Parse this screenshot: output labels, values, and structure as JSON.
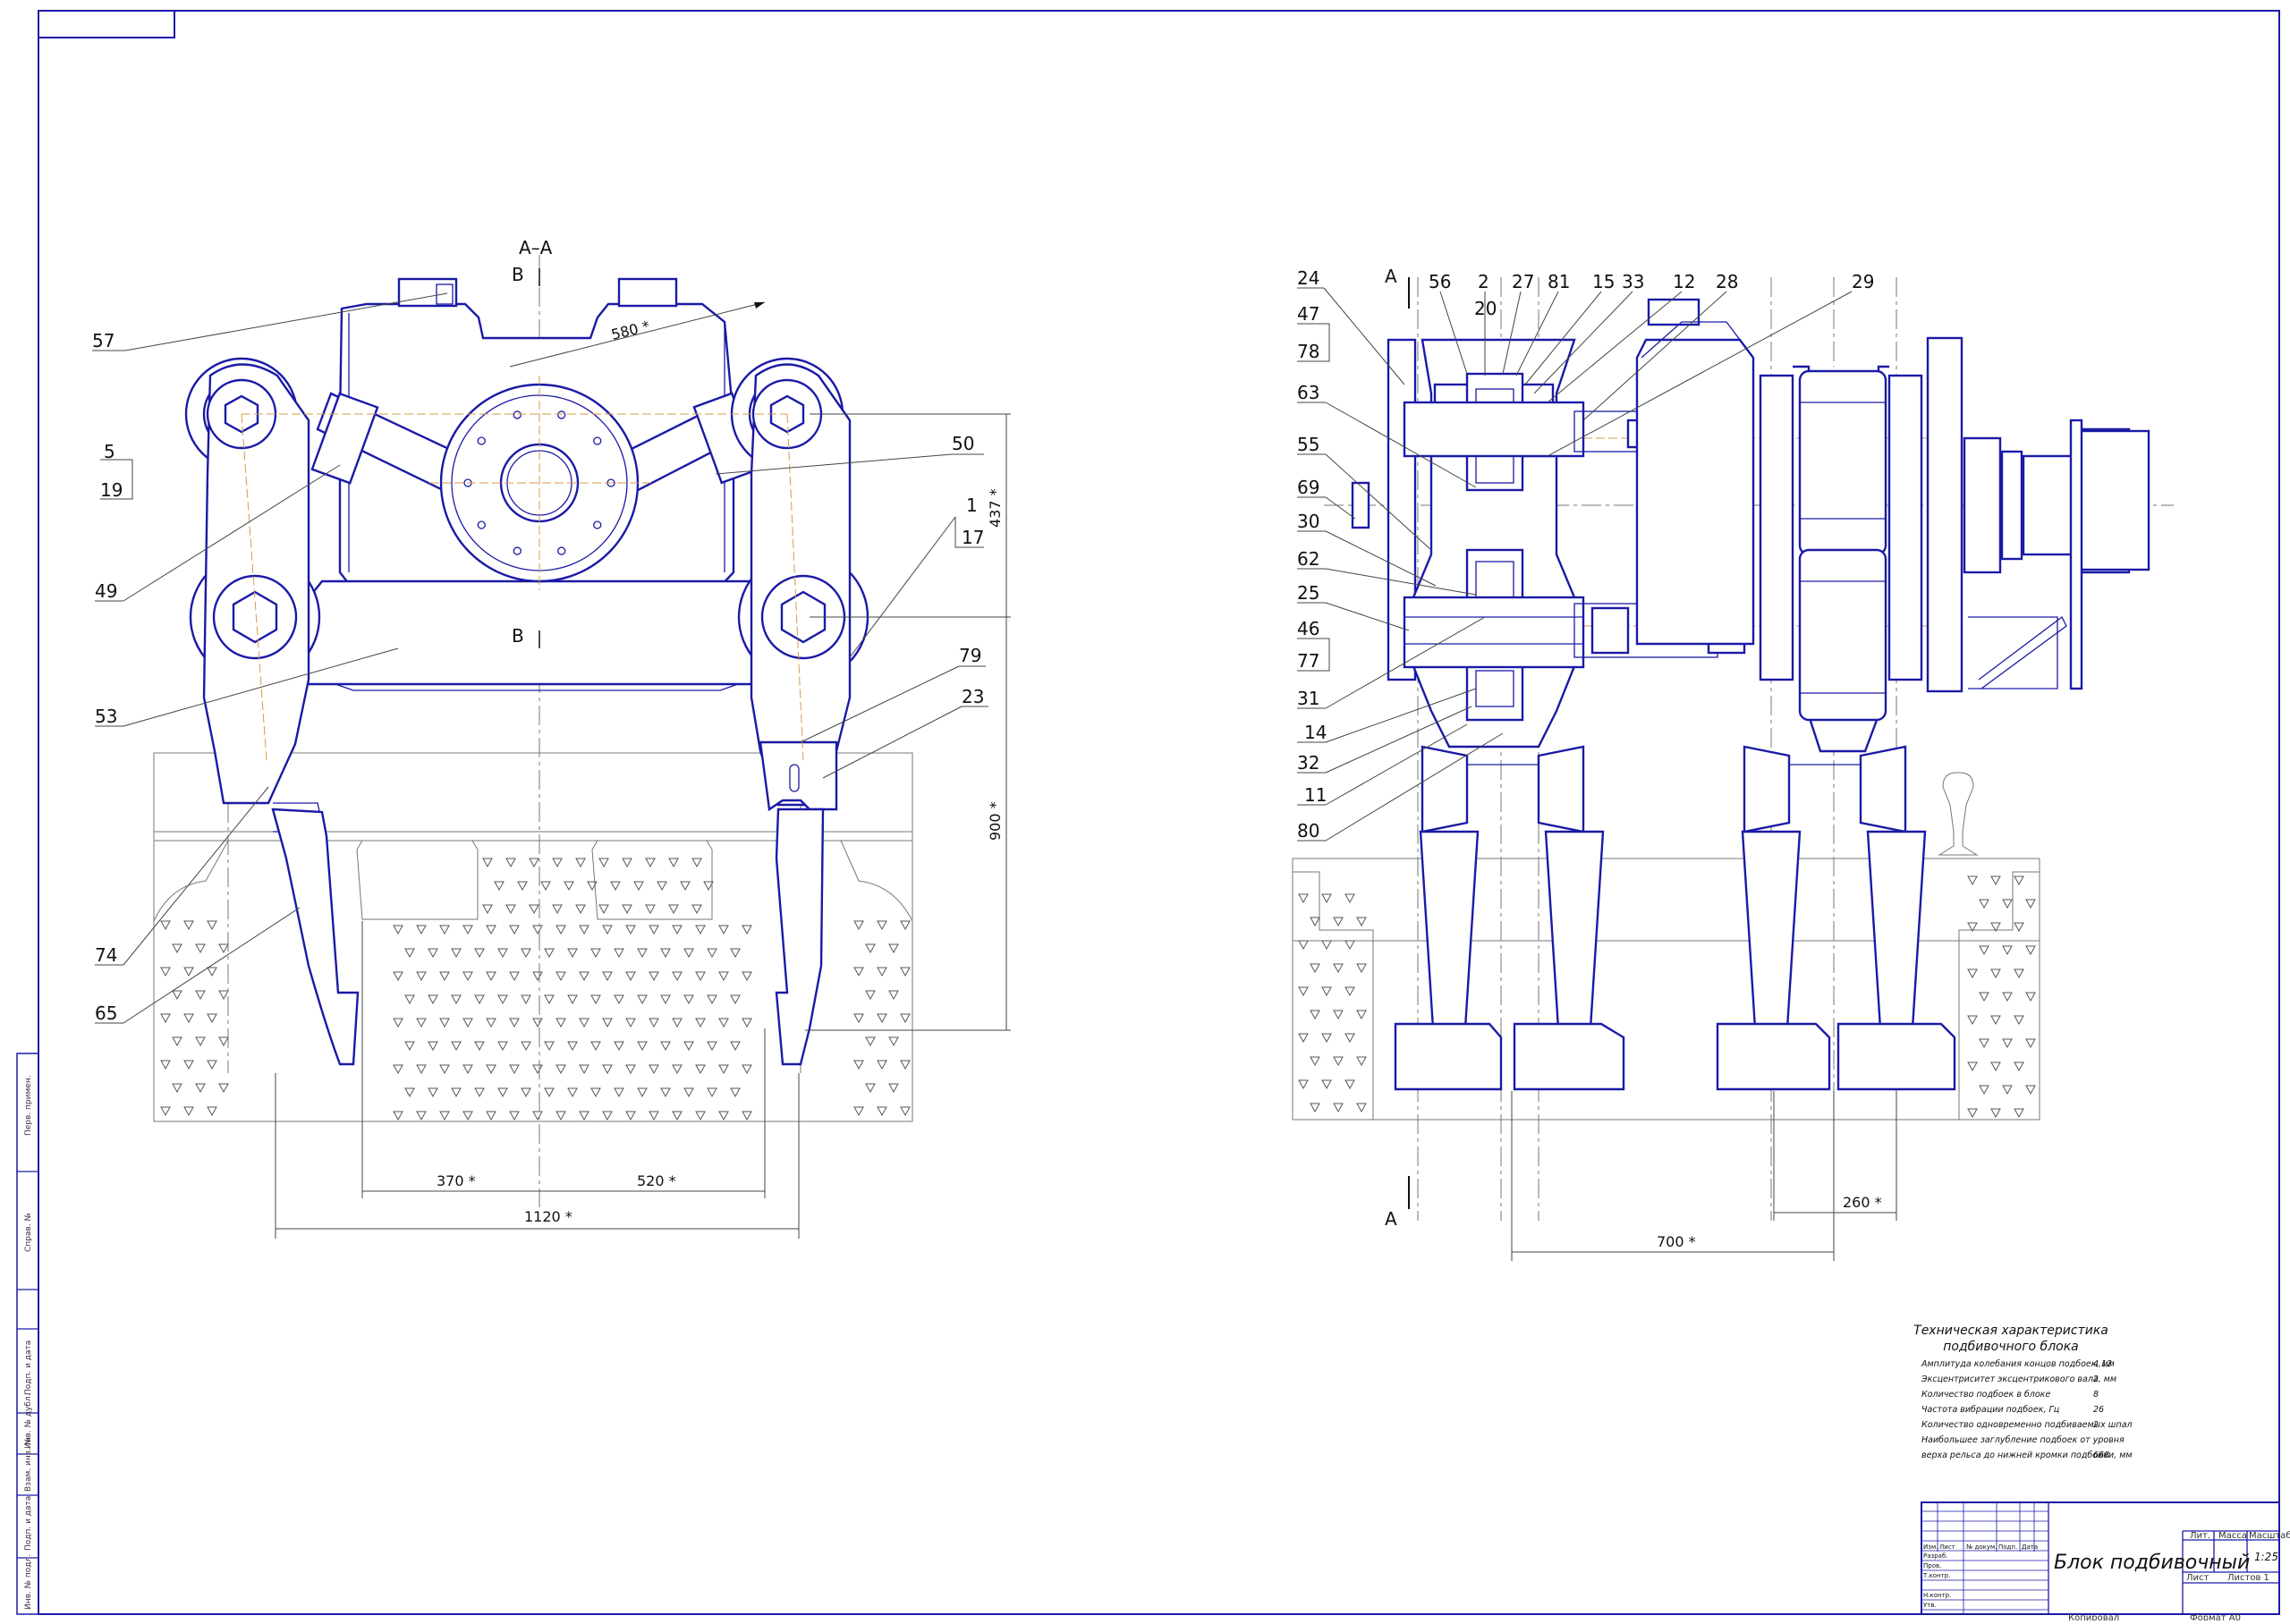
{
  "labels": {
    "left": [
      "57",
      "5",
      "19",
      "49",
      "53",
      "74",
      "65",
      "50",
      "1",
      "17",
      "79",
      "23"
    ],
    "right": [
      "24",
      "47",
      "78",
      "63",
      "55",
      "69",
      "30",
      "62",
      "25",
      "46",
      "77",
      "31",
      "14",
      "32",
      "11",
      "80",
      "56",
      "2",
      "20",
      "27",
      "81",
      "15",
      "33",
      "12",
      "28",
      "29"
    ]
  },
  "section": {
    "title": "A–A",
    "b_top": "B",
    "b_bottom": "B",
    "a_top": "A",
    "a_bottom": "A"
  },
  "dims": {
    "d580": "580 *",
    "d437": "437 *",
    "d900": "900 *",
    "d370": "370 *",
    "d520": "520 *",
    "d1120": "1120 *",
    "d700": "700 *",
    "d260": "260 *"
  },
  "tech": {
    "title1": "Техническая характеристика",
    "title2": "подбивочного блока",
    "rows": [
      {
        "text": "Амплитуда колебания концов подбоек, мм",
        "value": "4,12"
      },
      {
        "text": "Эксцентриситет эксцентрикового вала, мм",
        "value": "2"
      },
      {
        "text": "Количество подбоек в блоке",
        "value": "8"
      },
      {
        "text": "Частота вибрации подбоек, Гц",
        "value": "26"
      },
      {
        "text": "Количество одновременно подбиваемых шпал",
        "value": "2"
      },
      {
        "text": "Наибольшее заглубление подбоек от уровня",
        "value": ""
      },
      {
        "text": "верха рельса до нижней кромки подбойки, мм",
        "value": "668"
      }
    ]
  },
  "titleblock": {
    "name": "Блок подбивочный",
    "col_lit": "Лит.",
    "col_mass": "Масса",
    "col_scale": "Масштаб",
    "scale": "1:25",
    "sheet": "Лист",
    "sheets": "Листов 1",
    "rows": [
      "Изм.",
      "Лист",
      "№ докум.",
      "Подп.",
      "Дата"
    ],
    "roles": [
      "Разраб.",
      "Пров.",
      "Т.контр.",
      "Н.контр.",
      "Утв."
    ],
    "copied": "Копировал",
    "format": "Формат   А0"
  },
  "sidebar": {
    "cells": [
      "Перв. примен.",
      "Справ. №",
      "Подп. и дата",
      "Инв. № дубл.",
      "Взам. инв. №",
      "Подп. и дата",
      "Инв. № подл."
    ]
  }
}
